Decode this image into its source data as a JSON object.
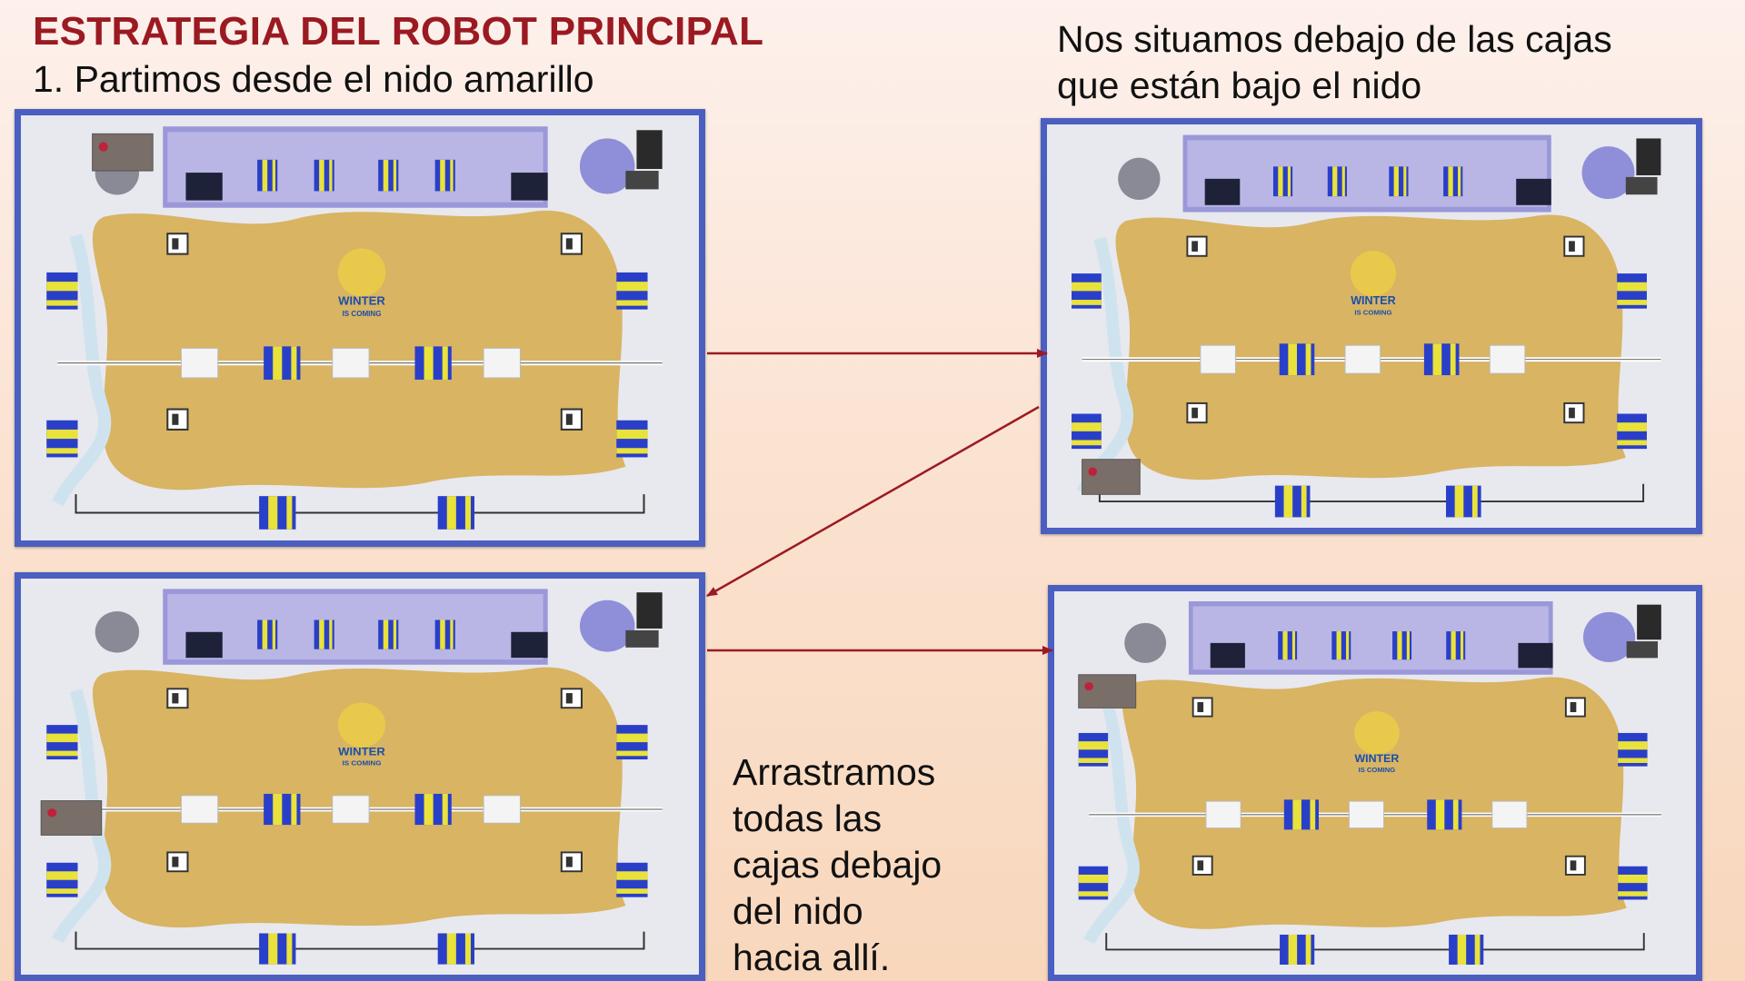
{
  "slide": {
    "title": "ESTRATEGIA DEL ROBOT PRINCIPAL",
    "step_1": "1. Partimos desde el nido amarillo",
    "caption_top_right": [
      "Nos situamos debajo de las cajas",
      "que están bajo el nido"
    ],
    "caption_middle": [
      "Arrastramos",
      "todas las",
      "cajas debajo",
      "del nido",
      "hacia allí."
    ]
  },
  "field": {
    "logo_line_1": "WINTER",
    "logo_line_2": "IS COMING"
  },
  "colors": {
    "title": "#9b1a22",
    "arrow": "#9b1a22",
    "board_frame": "#4b5fc1",
    "sand": "#d8b463",
    "crate_blue": "#2a3fc8",
    "crate_yellow": "#e9e23a",
    "nest_purple": "#8f8ed8",
    "robot": "#7a6e68"
  },
  "boards": [
    {
      "id": "start",
      "robot_zone": "top-left"
    },
    {
      "id": "under-boxes",
      "robot_zone": "bottom-left"
    },
    {
      "id": "drag-boxes",
      "robot_zone": "middle-left"
    },
    {
      "id": "final",
      "robot_zone": "upper-left"
    }
  ],
  "arrows": [
    {
      "from": "start",
      "to": "under-boxes"
    },
    {
      "from": "under-boxes",
      "to": "drag-boxes"
    },
    {
      "from": "drag-boxes",
      "to": "final"
    }
  ]
}
